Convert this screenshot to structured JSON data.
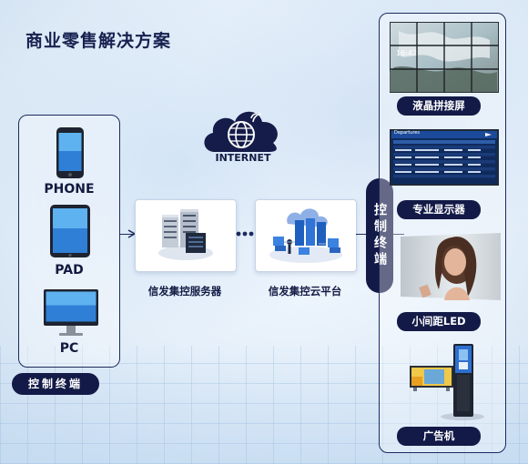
{
  "title": "商业零售解决方案",
  "devices": [
    {
      "name": "phone",
      "label": "PHONE"
    },
    {
      "name": "pad",
      "label": "PAD"
    },
    {
      "name": "pc",
      "label": "PC"
    }
  ],
  "left_panel_label": "控制终端",
  "cloud_label": "INTERNET",
  "server_label": "信发集控服务器",
  "cloud_platform_label": "信发集控云平台",
  "control_terminal_vertical": "控制终端",
  "screens": [
    {
      "name": "video-wall",
      "label": "液晶拼接屏",
      "wall_time": "16:42"
    },
    {
      "name": "pro-display",
      "label": "专业显示器",
      "board_title": "Departures"
    },
    {
      "name": "small-pitch-led",
      "label": "小间距LED"
    },
    {
      "name": "ad-machine",
      "label": "广告机"
    }
  ]
}
